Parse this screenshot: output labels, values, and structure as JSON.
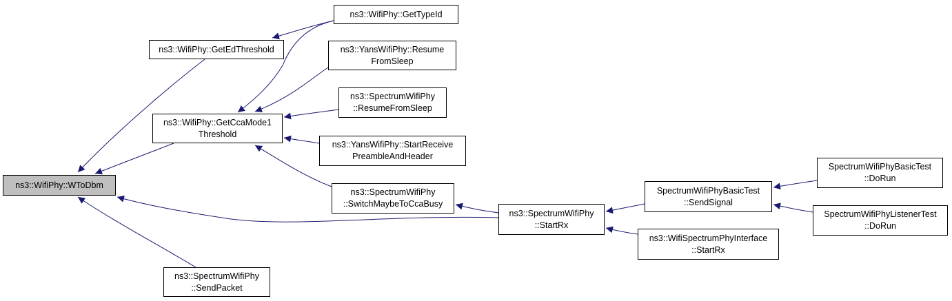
{
  "colors": {
    "edge": "#191970",
    "border": "#000000",
    "current_fill": "#bfbfbf"
  },
  "nodes": {
    "wtodbm": [
      "ns3::WifiPhy::WToDbm"
    ],
    "get_ed_threshold": [
      "ns3::WifiPhy::GetEdThreshold"
    ],
    "get_cca_mode1_threshold": [
      "ns3::WifiPhy::GetCcaMode1",
      "Threshold"
    ],
    "spectrum_send_packet": [
      "ns3::SpectrumWifiPhy",
      "::SendPacket"
    ],
    "get_type_id": [
      "ns3::WifiPhy::GetTypeId"
    ],
    "yans_resume_from_sleep": [
      "ns3::YansWifiPhy::Resume",
      "FromSleep"
    ],
    "spectrum_resume_from_sleep": [
      "ns3::SpectrumWifiPhy",
      "::ResumeFromSleep"
    ],
    "yans_start_receive": [
      "ns3::YansWifiPhy::StartReceive",
      "PreambleAndHeader"
    ],
    "spectrum_switch_maybe": [
      "ns3::SpectrumWifiPhy",
      "::SwitchMaybeToCcaBusy"
    ],
    "spectrum_start_rx": [
      "ns3::SpectrumWifiPhy",
      "::StartRx"
    ],
    "basic_test_send_signal": [
      "SpectrumWifiPhyBasicTest",
      "::SendSignal"
    ],
    "interface_start_rx": [
      "ns3::WifiSpectrumPhyInterface",
      "::StartRx"
    ],
    "basic_test_do_run": [
      "SpectrumWifiPhyBasicTest",
      "::DoRun"
    ],
    "listener_test_do_run": [
      "SpectrumWifiPhyListenerTest",
      "::DoRun"
    ]
  }
}
